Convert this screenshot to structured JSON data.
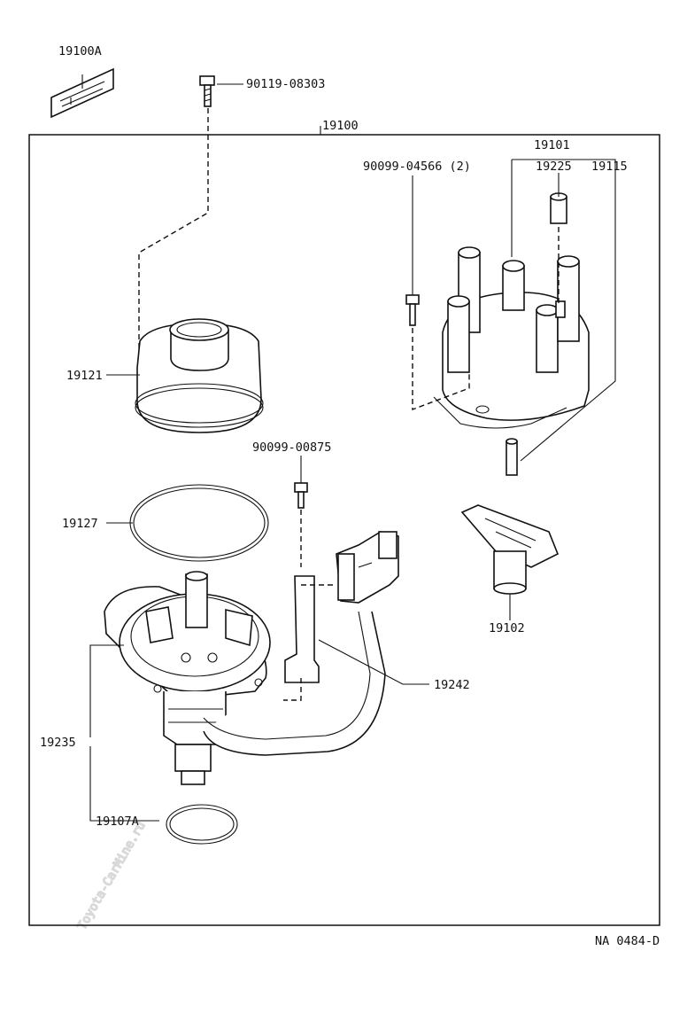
{
  "watermark": "Toyota-CarMine.ru",
  "diagram_code": "NA 0484-D",
  "parts": {
    "p19100A": "19100A",
    "p90119": "90119-08303",
    "p19100": "19100",
    "p19101": "19101",
    "p90099_04566": "90099-04566 (2)",
    "p19225": "19225",
    "p19115": "19115",
    "p19121": "19121",
    "p90099_00875": "90099-00875",
    "p19127": "19127",
    "p19102": "19102",
    "p19242": "19242",
    "p19235": "19235",
    "p19107A": "19107A"
  }
}
